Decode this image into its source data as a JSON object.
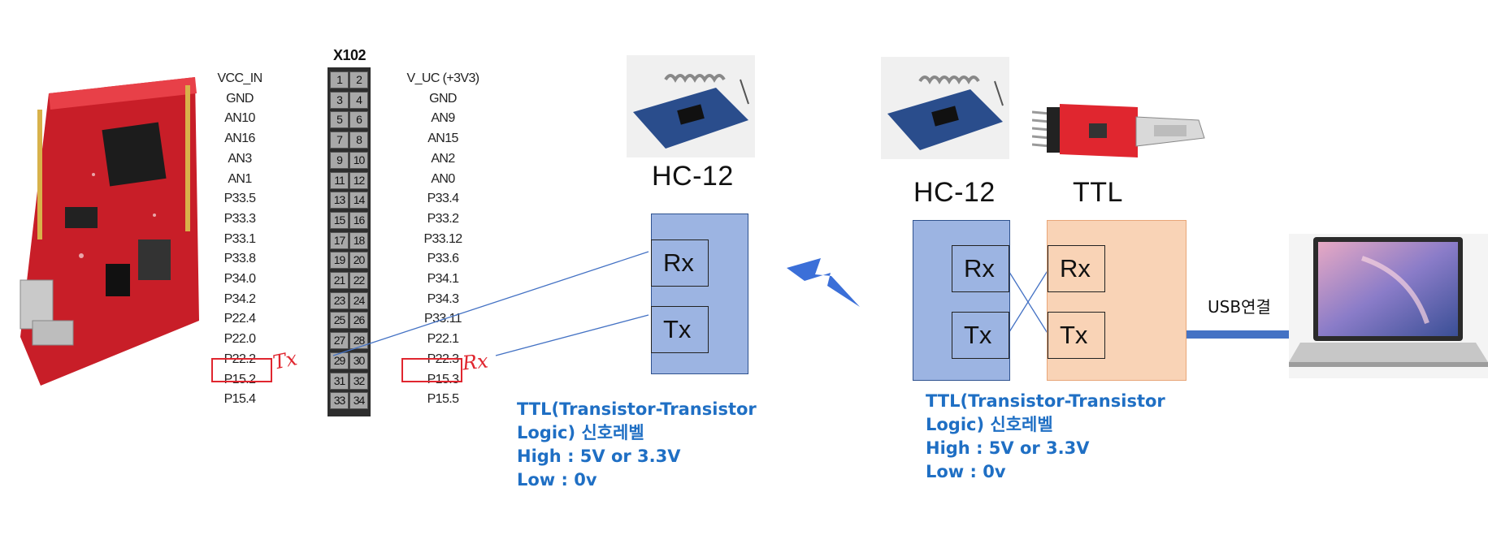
{
  "header": {
    "title": "X102"
  },
  "pins": [
    {
      "left": "VCC_IN",
      "a": "1",
      "b": "2",
      "right": "V_UC (+3V3)"
    },
    {
      "left": "GND",
      "a": "3",
      "b": "4",
      "right": "GND"
    },
    {
      "left": "AN10",
      "a": "5",
      "b": "6",
      "right": "AN9"
    },
    {
      "left": "AN16",
      "a": "7",
      "b": "8",
      "right": "AN15"
    },
    {
      "left": "AN3",
      "a": "9",
      "b": "10",
      "right": "AN2"
    },
    {
      "left": "AN1",
      "a": "11",
      "b": "12",
      "right": "AN0"
    },
    {
      "left": "P33.5",
      "a": "13",
      "b": "14",
      "right": "P33.4"
    },
    {
      "left": "P33.3",
      "a": "15",
      "b": "16",
      "right": "P33.2"
    },
    {
      "left": "P33.1",
      "a": "17",
      "b": "18",
      "right": "P33.12"
    },
    {
      "left": "P33.8",
      "a": "19",
      "b": "20",
      "right": "P33.6"
    },
    {
      "left": "P34.0",
      "a": "21",
      "b": "22",
      "right": "P34.1"
    },
    {
      "left": "P34.2",
      "a": "23",
      "b": "24",
      "right": "P34.3"
    },
    {
      "left": "P22.4",
      "a": "25",
      "b": "26",
      "right": "P33.11"
    },
    {
      "left": "P22.0",
      "a": "27",
      "b": "28",
      "right": "P22.1"
    },
    {
      "left": "P22.2",
      "a": "29",
      "b": "30",
      "right": "P22.3"
    },
    {
      "left": "P15.2",
      "a": "31",
      "b": "32",
      "right": "P15.3"
    },
    {
      "left": "P15.4",
      "a": "33",
      "b": "34",
      "right": "P15.5"
    }
  ],
  "annotations": {
    "tx_hand": "Tx",
    "rx_hand": "Rx"
  },
  "left_module": {
    "label": "HC-12",
    "rx": "Rx",
    "tx": "Tx",
    "note": [
      "TTL(Transistor-Transistor",
      "Logic) 신호레벨",
      "High : 5V or 3.3V",
      "Low : 0v"
    ]
  },
  "right_module": {
    "label": "HC-12",
    "rx": "Rx",
    "tx": "Tx",
    "note": [
      "TTL(Transistor-Transistor",
      "Logic) 신호레벨",
      "High : 5V or 3.3V",
      "Low : 0v"
    ]
  },
  "ttl_module": {
    "label": "TTL",
    "rx": "Rx",
    "tx": "Tx"
  },
  "usb": {
    "label": "USB연결"
  },
  "colors": {
    "module_blue": "#9cb4e2",
    "ttl_peach": "#f9d3b6",
    "note_blue": "#1f6fc4",
    "highlight_red": "#e0262f",
    "lightning": "#3b6fd8"
  }
}
